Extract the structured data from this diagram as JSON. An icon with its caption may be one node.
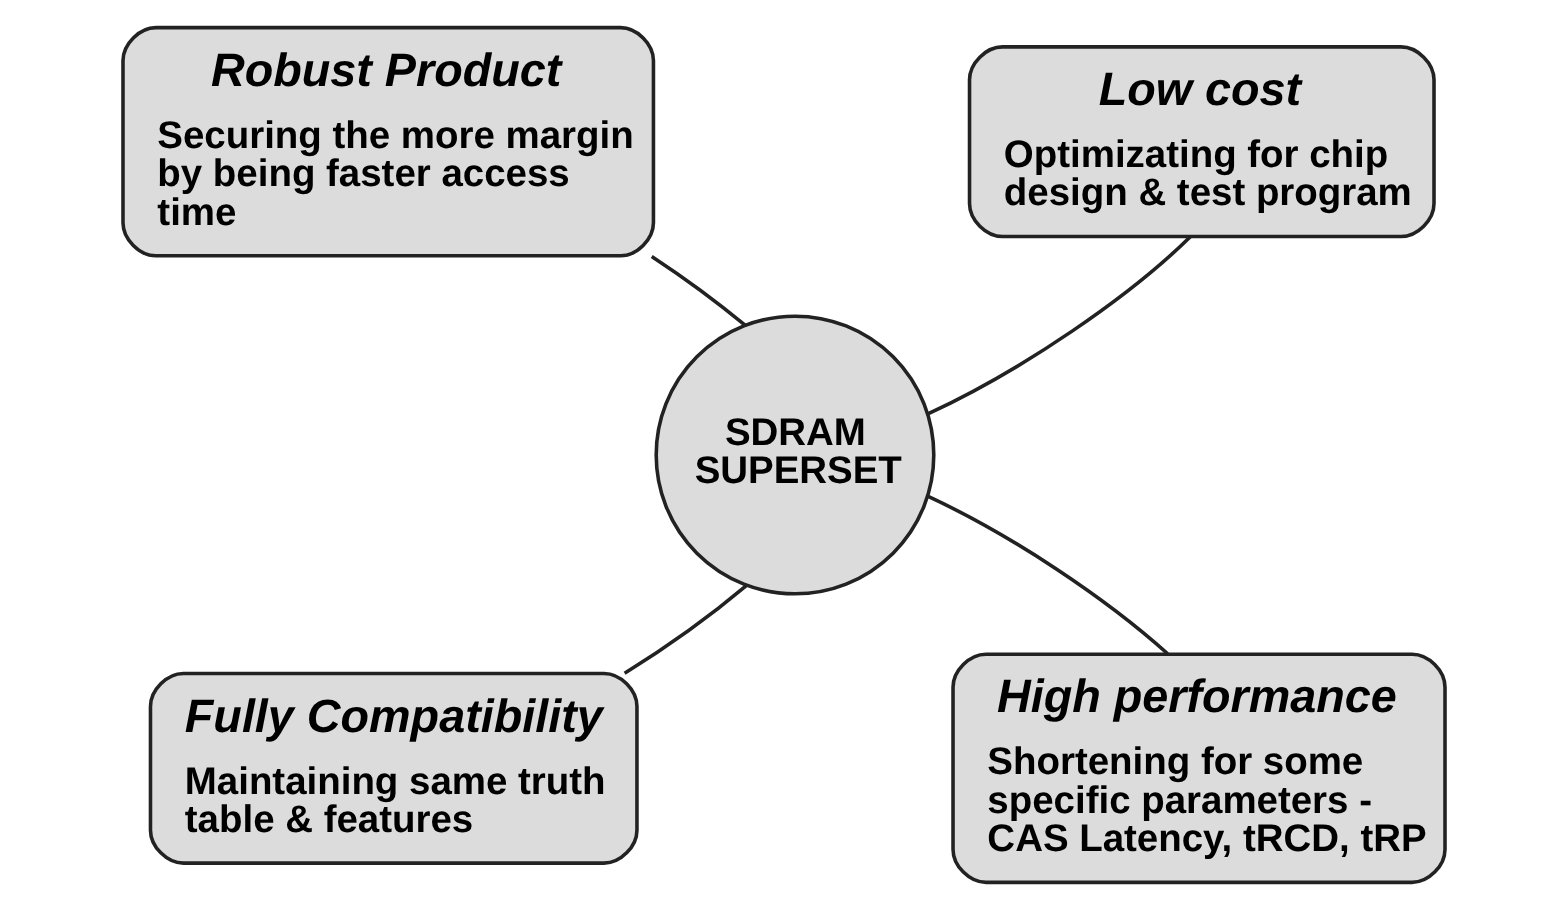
{
  "diagram": {
    "nodes": [
      {
        "text": [
          "Robust Product",
          "Securing the more margin by being faster access time"
        ]
      },
      {
        "text": [
          "Low cost",
          "Optimizating for chip design & test program"
        ]
      },
      {
        "text": [
          "SDRAM SUPERSET"
        ]
      },
      {
        "text": [
          "Fully Compatibility",
          "Maintaining same truth table & features"
        ]
      },
      {
        "text": [
          "High performance",
          "Shortening for some specific parameters - CAS Latency, tRCD, tRP"
        ]
      }
    ],
    "edges": [
      {
        "from": 0,
        "to": 2,
        "arrow": "none"
      },
      {
        "from": 1,
        "to": 2,
        "arrow": "none"
      },
      {
        "from": 3,
        "to": 2,
        "arrow": "none"
      },
      {
        "from": 4,
        "to": 2,
        "arrow": "none"
      }
    ]
  }
}
